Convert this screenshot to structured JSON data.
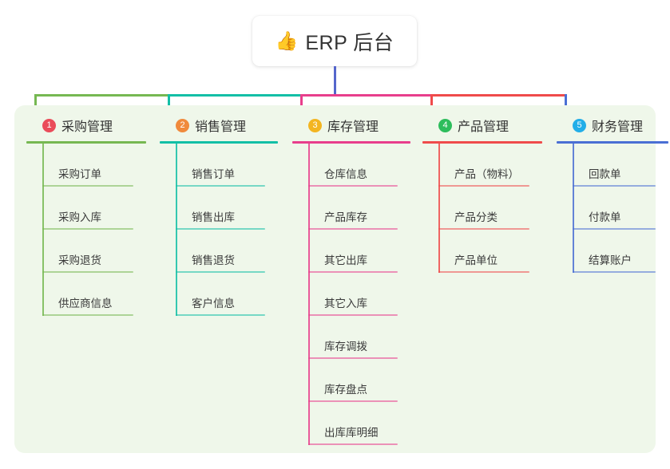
{
  "root": {
    "icon": "thumbs-up-icon",
    "icon_glyph": "👍",
    "title": "ERP 后台"
  },
  "palette": {
    "panel_background": "#eff7ea",
    "trunk": "#5566cc",
    "root_card_background": "#ffffff"
  },
  "branches": [
    {
      "number": "1",
      "title": "采购管理",
      "color": "#76b852",
      "badge_color": "#ea4c5a",
      "items": [
        {
          "label": "采购订单"
        },
        {
          "label": "采购入库"
        },
        {
          "label": "采购退货"
        },
        {
          "label": "供应商信息"
        }
      ]
    },
    {
      "number": "2",
      "title": "销售管理",
      "color": "#13bfa6",
      "badge_color": "#f08a3c",
      "items": [
        {
          "label": "销售订单"
        },
        {
          "label": "销售出库"
        },
        {
          "label": "销售退货"
        },
        {
          "label": "客户信息"
        }
      ]
    },
    {
      "number": "3",
      "title": "库存管理",
      "color": "#e83e8c",
      "badge_color": "#f3b521",
      "items": [
        {
          "label": "仓库信息"
        },
        {
          "label": "产品库存"
        },
        {
          "label": "其它出库"
        },
        {
          "label": "其它入库"
        },
        {
          "label": "库存调拨"
        },
        {
          "label": "库存盘点"
        },
        {
          "label": "出库库明细"
        }
      ]
    },
    {
      "number": "4",
      "title": "产品管理",
      "color": "#ef4b4b",
      "badge_color": "#2dbd5c",
      "items": [
        {
          "label": "产品（物料）"
        },
        {
          "label": "产品分类"
        },
        {
          "label": "产品单位"
        }
      ]
    },
    {
      "number": "5",
      "title": "财务管理",
      "color": "#4a6fd4",
      "badge_color": "#22aee8",
      "items": [
        {
          "label": "回款单"
        },
        {
          "label": "付款单"
        },
        {
          "label": "结算账户"
        }
      ]
    }
  ]
}
